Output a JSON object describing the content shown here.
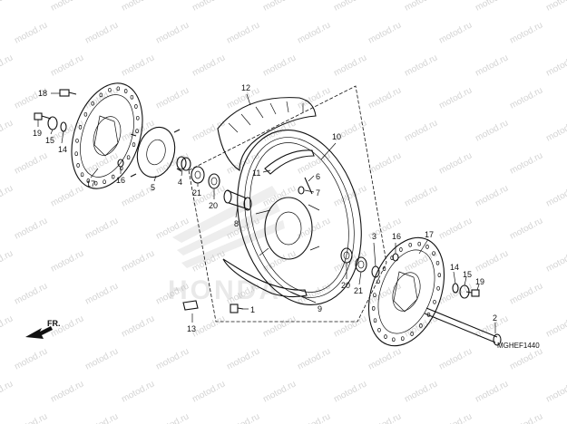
{
  "watermark": {
    "text": "motod.ru"
  },
  "brand_mark": {
    "text": "HONDA"
  },
  "diagram_code": "MGHEF1440",
  "direction_label": "FR.",
  "callouts": [
    {
      "id": "c18",
      "text": "18"
    },
    {
      "id": "c19a",
      "text": "19"
    },
    {
      "id": "c15a",
      "text": "15"
    },
    {
      "id": "c14a",
      "text": "14"
    },
    {
      "id": "c17a",
      "text": "17"
    },
    {
      "id": "c16a",
      "text": "16"
    },
    {
      "id": "c5",
      "text": "5"
    },
    {
      "id": "c4",
      "text": "4"
    },
    {
      "id": "c12",
      "text": "12"
    },
    {
      "id": "c10",
      "text": "10"
    },
    {
      "id": "c11",
      "text": "11"
    },
    {
      "id": "c6",
      "text": "6"
    },
    {
      "id": "c7",
      "text": "7"
    },
    {
      "id": "c21a",
      "text": "21"
    },
    {
      "id": "c20a",
      "text": "20"
    },
    {
      "id": "c8",
      "text": "8"
    },
    {
      "id": "c9",
      "text": "9"
    },
    {
      "id": "c1",
      "text": "1"
    },
    {
      "id": "c13",
      "text": "13"
    },
    {
      "id": "c3",
      "text": "3"
    },
    {
      "id": "c16b",
      "text": "16"
    },
    {
      "id": "c17b",
      "text": "17"
    },
    {
      "id": "c20b",
      "text": "20"
    },
    {
      "id": "c21b",
      "text": "21"
    },
    {
      "id": "c14b",
      "text": "14"
    },
    {
      "id": "c15b",
      "text": "15"
    },
    {
      "id": "c19b",
      "text": "19"
    },
    {
      "id": "c2",
      "text": "2"
    }
  ]
}
